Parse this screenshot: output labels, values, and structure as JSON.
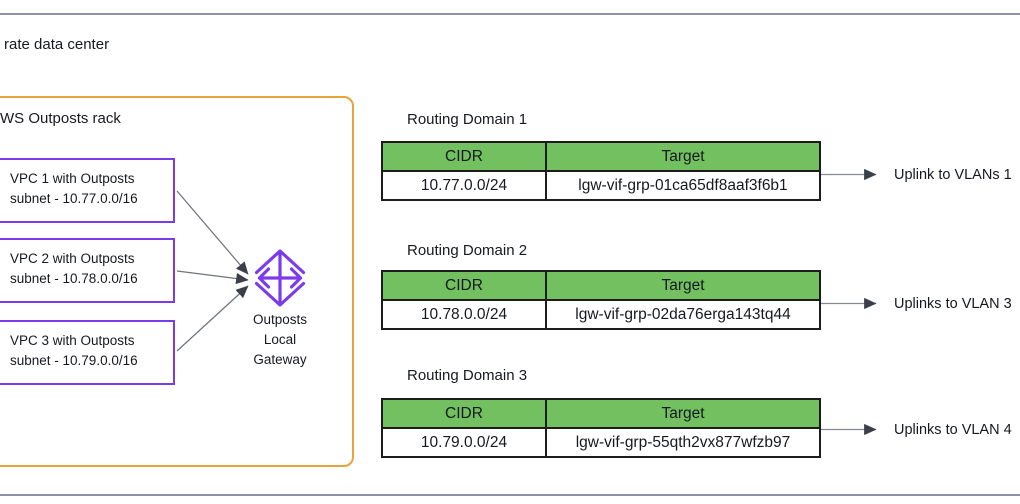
{
  "colors": {
    "vpc_purple": "#7c3bea",
    "rack_orange": "#e8a33d",
    "table_header_green": "#72c05f",
    "boundary_gray": "#8b93a4",
    "connector_gray": "#6f747e",
    "arrowhead_dark": "#3a3f4a",
    "table_border_black": "#1c1c1c"
  },
  "corporate_data_center": {
    "label": "rate data center"
  },
  "outposts_rack": {
    "label": "WS Outposts rack",
    "vpcs": [
      {
        "name": "VPC 1 with Outposts",
        "subnet": "subnet - 10.77.0.0/16"
      },
      {
        "name": "VPC 2 with Outposts",
        "subnet": "subnet - 10.78.0.0/16"
      },
      {
        "name": "VPC 3 with Outposts",
        "subnet": "subnet - 10.79.0.0/16"
      }
    ],
    "gateway": {
      "label_lines": [
        "Outposts",
        "Local",
        "Gateway"
      ]
    }
  },
  "table_headers": {
    "cidr": "CIDR",
    "target": "Target"
  },
  "routing_domains": [
    {
      "title": "Routing Domain 1",
      "cidr": "10.77.0.0/24",
      "target": "lgw-vif-grp-01ca65df8aaf3f6b1",
      "uplink_label": "Uplink to VLANs 1"
    },
    {
      "title": "Routing Domain 2",
      "cidr": "10.78.0.0/24",
      "target": "lgw-vif-grp-02da76erga143tq44",
      "uplink_label": "Uplinks to VLAN 3"
    },
    {
      "title": "Routing Domain 3",
      "cidr": "10.79.0.0/24",
      "target": "lgw-vif-grp-55qth2vx877wfzb97",
      "uplink_label": "Uplinks to VLAN 4"
    }
  ]
}
